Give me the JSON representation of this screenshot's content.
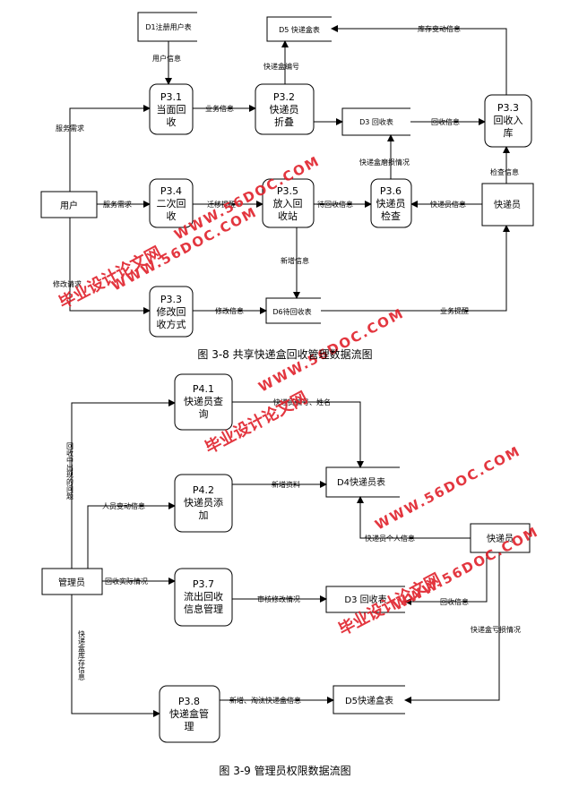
{
  "figure1": {
    "caption": "图 3-8 共享快递盒回收管理数据流图",
    "entities": {
      "user": "用户",
      "courier": "快递员"
    },
    "stores": {
      "d1": "D1注册用户表",
      "d5": "D5 快递盒表",
      "d3": "D3 回收表",
      "d6": "D6待回收表"
    },
    "processes": {
      "p31": [
        "P3.1",
        "当面回",
        "收"
      ],
      "p32": [
        "P3.2",
        "快递员",
        "折叠"
      ],
      "p33": [
        "P3.3",
        "回收入",
        "库"
      ],
      "p34": [
        "P3.4",
        "二次回",
        "收"
      ],
      "p35": [
        "P3.5",
        "放入回",
        "收站"
      ],
      "p36": [
        "P3.6",
        "快递员",
        "检查"
      ],
      "p33b": [
        "P3.3",
        "修改回",
        "收方式"
      ]
    },
    "flows": {
      "user_info": "用户信息",
      "service_req_1": "服务需求",
      "business_info": "业务信息",
      "box_id": "快递盒编号",
      "stock_change": "库存变动信息",
      "recycle_info": "回收信息",
      "box_damage": "快递盒磨损情况",
      "check_info": "检查信息",
      "service_req_2": "服务需求",
      "migrate_remind": "迁移提醒",
      "pending_info": "待回收信息",
      "courier_info": "快递员信息",
      "new_info": "新增信息",
      "modify_req": "修改请求",
      "modify_info": "修改信息",
      "business_remind": "业务提醒"
    }
  },
  "figure2": {
    "caption": "图 3-9 管理员权限数据流图",
    "entities": {
      "admin": "管理员",
      "courier": "快递员"
    },
    "stores": {
      "d4": "D4快递员表",
      "d3": "D3 回收表",
      "d5": "D5快递盒表"
    },
    "processes": {
      "p41": [
        "P4.1",
        "快递员查",
        "询"
      ],
      "p42": [
        "P4.2",
        "快递员添",
        "加"
      ],
      "p37": [
        "P3.7",
        "流出回收",
        "信息管理"
      ],
      "p38": [
        "P3.8",
        "快递盒管",
        "理"
      ]
    },
    "flows": {
      "id_name": "快递员编号、姓名",
      "problems": "回收中出现的问题",
      "new_data": "新增资料",
      "staff_change": "人员变动信息",
      "personal_info": "快递员个人信息",
      "actual_recycle": "回收实际情况",
      "audit_modify": "审核修改情况",
      "recycle_info": "回收信息",
      "box_damage": "快递盒亏损情况",
      "box_stock": "快递盒库存信息",
      "box_add_remove": "新增、淘汰快递盒信息"
    }
  },
  "watermarks": {
    "text_cn": "毕业设计论文网",
    "text_url": "WWW.56DOC.COM"
  }
}
